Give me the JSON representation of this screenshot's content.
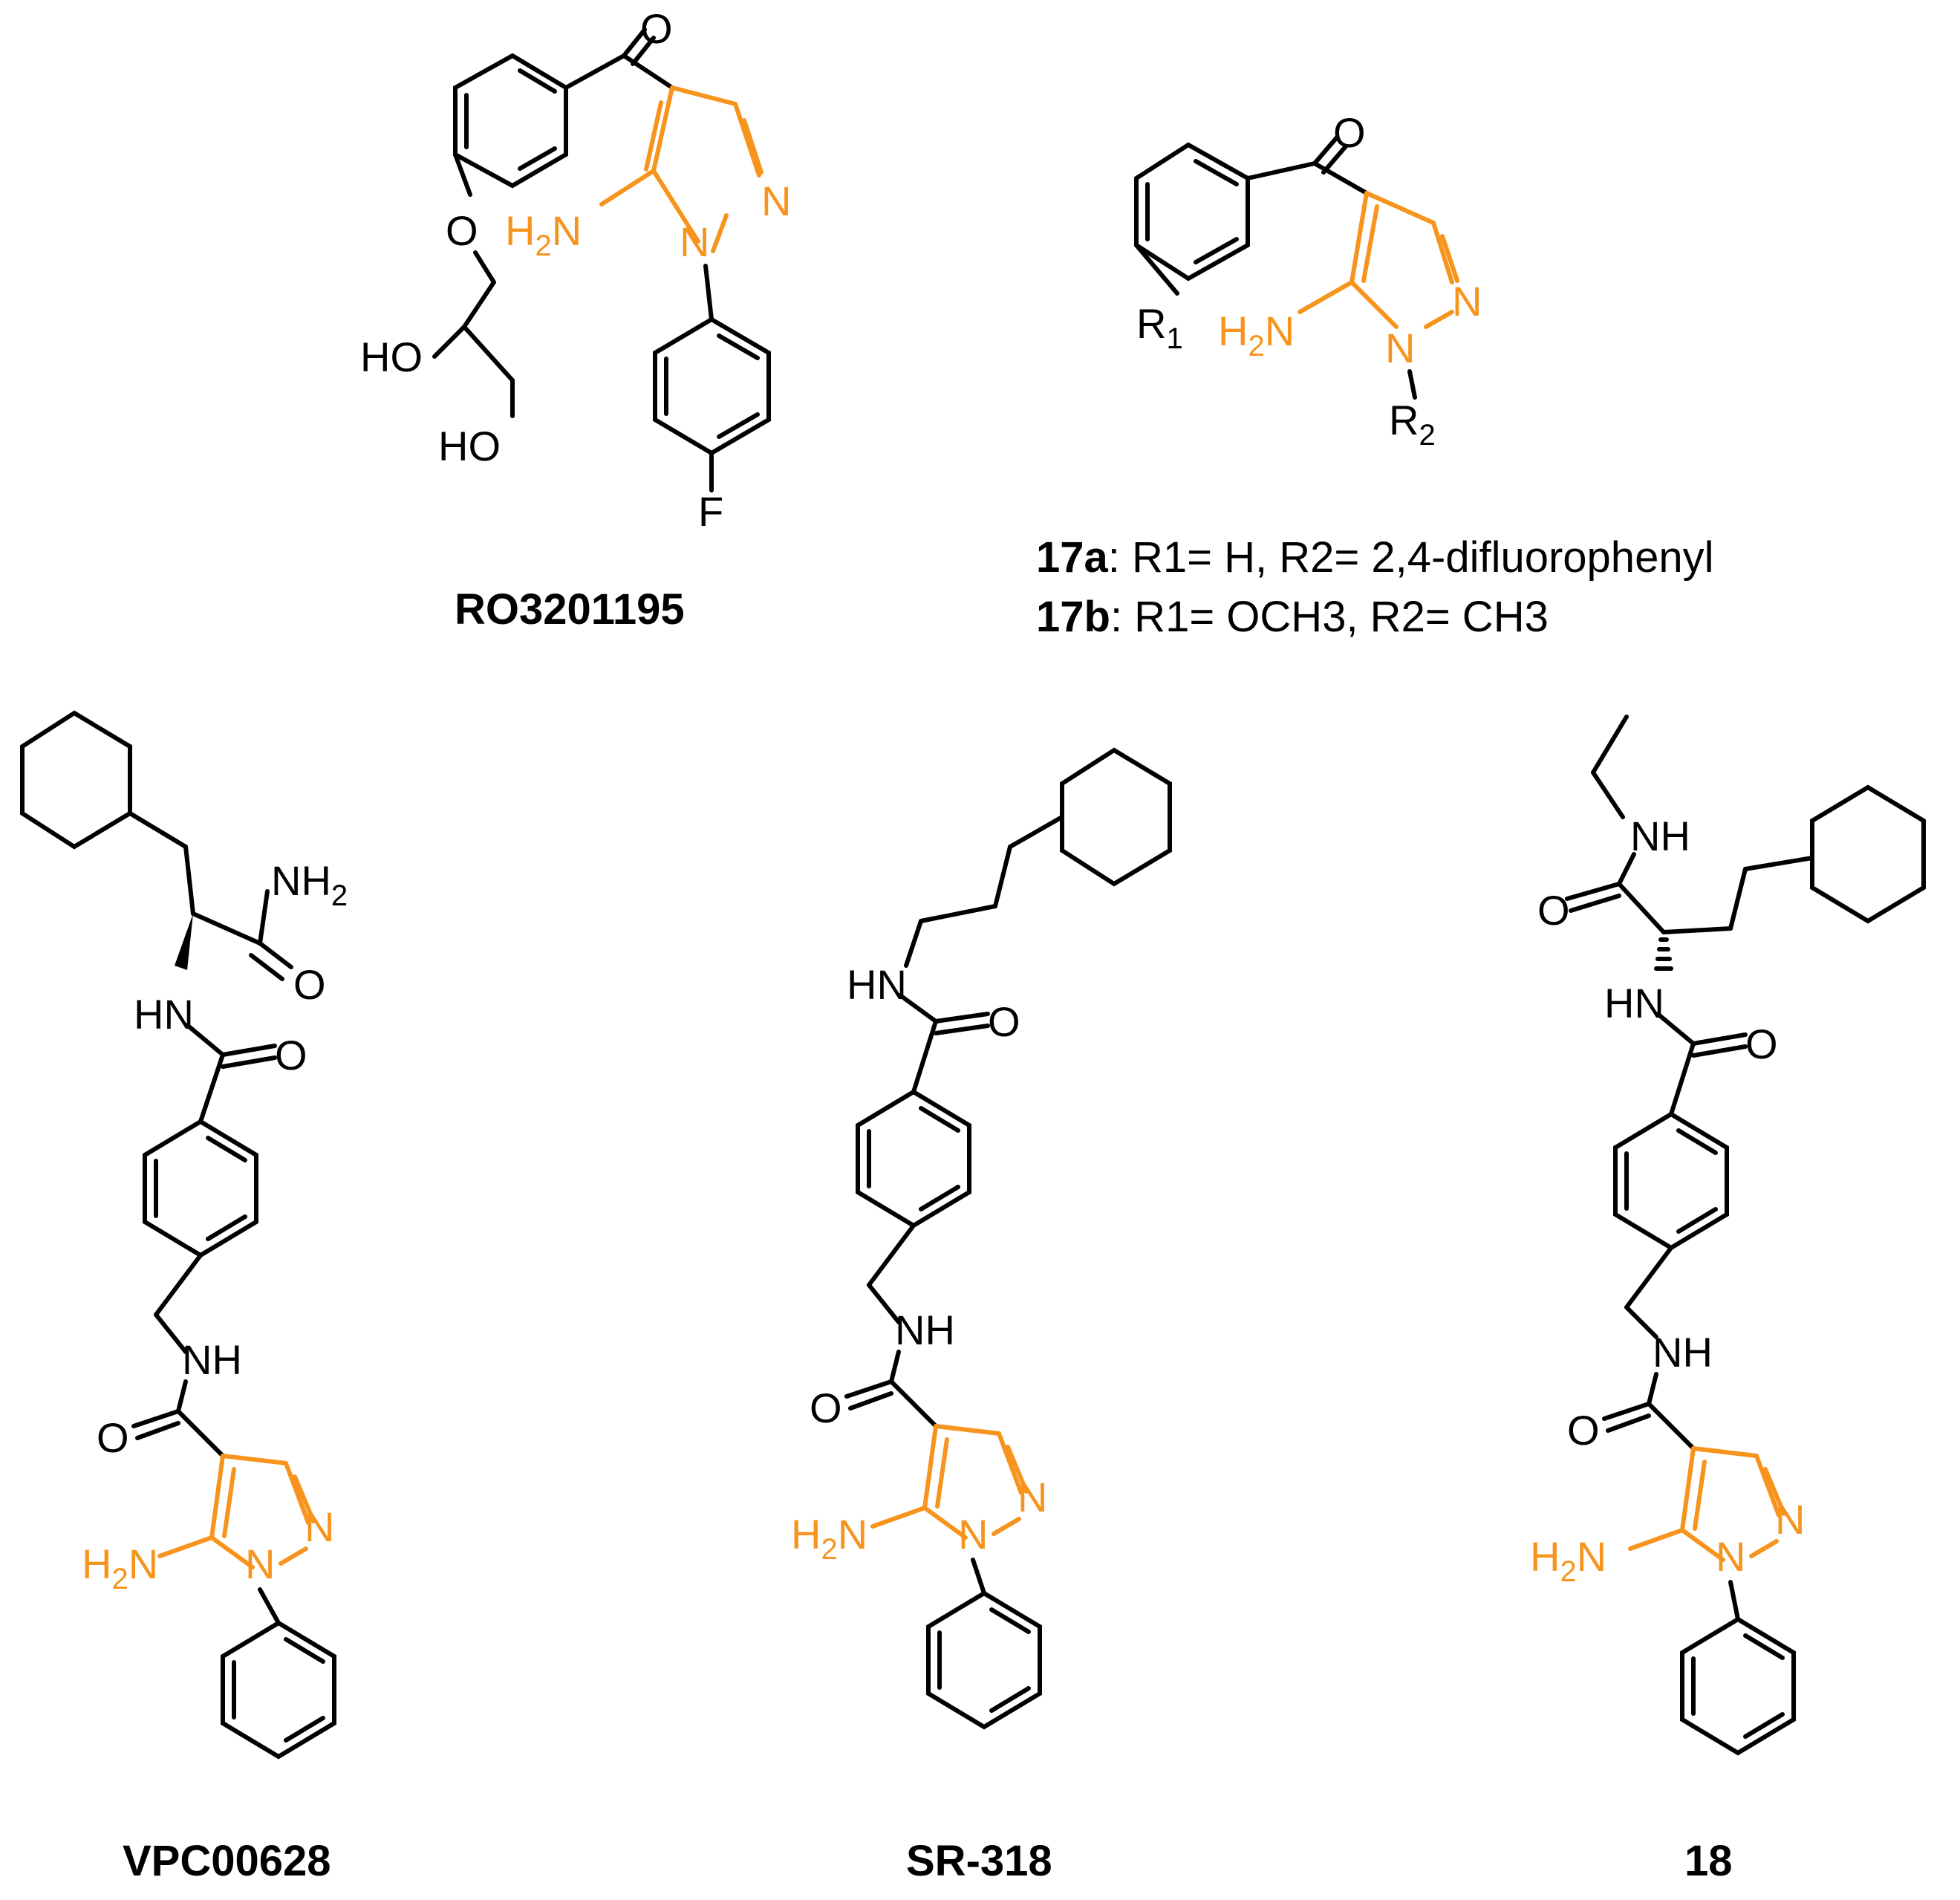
{
  "colors": {
    "highlight": "#F7941D",
    "ink": "#000000",
    "background": "#ffffff"
  },
  "labels": {
    "ro": "RO3201195",
    "vpc": "VPC00628",
    "sr": "SR-318",
    "c18": "18"
  },
  "series17": {
    "a_id": "17a",
    "a_text": ": R1= H, R2= 2,4-difluorophenyl",
    "b_id": "17b",
    "b_text": ": R1= OCH3, R2= CH3"
  },
  "atoms": {
    "O": "O",
    "N": "N",
    "F": "F",
    "H2N": "H2N",
    "NH2": "NH2",
    "HN": "HN",
    "NH": "NH",
    "HO": "HO",
    "R1": "R1",
    "R2": "R2"
  }
}
